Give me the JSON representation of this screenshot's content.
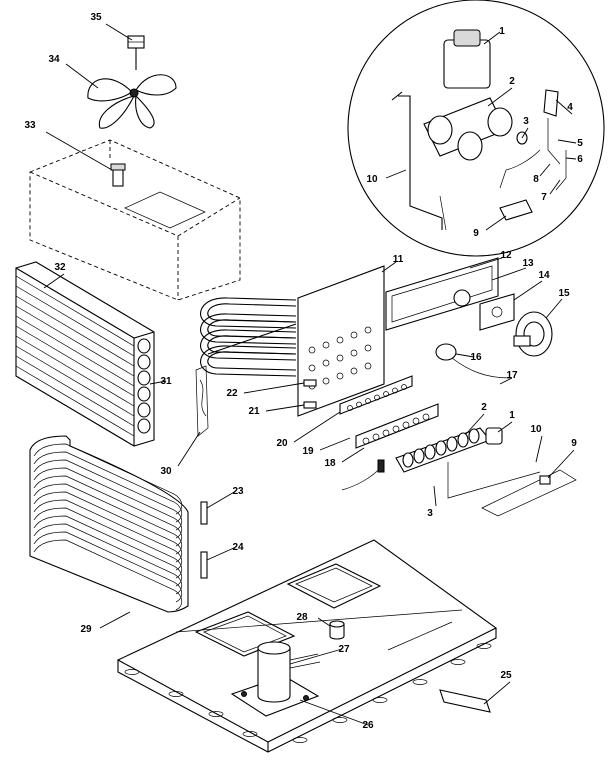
{
  "callouts": [
    {
      "id": "35",
      "label": "35"
    },
    {
      "id": "34",
      "label": "34"
    },
    {
      "id": "33",
      "label": "33"
    },
    {
      "id": "32",
      "label": "32"
    },
    {
      "id": "31",
      "label": "31"
    },
    {
      "id": "30",
      "label": "30"
    },
    {
      "id": "29",
      "label": "29"
    },
    {
      "id": "28",
      "label": "28"
    },
    {
      "id": "27",
      "label": "27"
    },
    {
      "id": "26",
      "label": "26"
    },
    {
      "id": "25",
      "label": "25"
    },
    {
      "id": "24",
      "label": "24"
    },
    {
      "id": "23",
      "label": "23"
    },
    {
      "id": "22",
      "label": "22"
    },
    {
      "id": "21",
      "label": "21"
    },
    {
      "id": "20",
      "label": "20"
    },
    {
      "id": "19",
      "label": "19"
    },
    {
      "id": "18",
      "label": "18"
    },
    {
      "id": "17",
      "label": "17"
    },
    {
      "id": "16",
      "label": "16"
    },
    {
      "id": "15",
      "label": "15"
    },
    {
      "id": "14",
      "label": "14"
    },
    {
      "id": "13",
      "label": "13"
    },
    {
      "id": "12",
      "label": "12"
    },
    {
      "id": "11",
      "label": "11"
    },
    {
      "id": "10",
      "label": "10"
    },
    {
      "id": "9",
      "label": "9"
    },
    {
      "id": "8",
      "label": "8"
    },
    {
      "id": "7",
      "label": "7"
    },
    {
      "id": "6",
      "label": "6"
    },
    {
      "id": "5",
      "label": "5"
    },
    {
      "id": "4",
      "label": "4"
    },
    {
      "id": "3",
      "label": "3"
    },
    {
      "id": "2",
      "label": "2"
    },
    {
      "id": "1",
      "label": "1"
    },
    {
      "id": "10b",
      "label": "10"
    },
    {
      "id": "9b",
      "label": "9"
    },
    {
      "id": "3b",
      "label": "3"
    },
    {
      "id": "2b",
      "label": "2"
    },
    {
      "id": "1b",
      "label": "1"
    }
  ]
}
